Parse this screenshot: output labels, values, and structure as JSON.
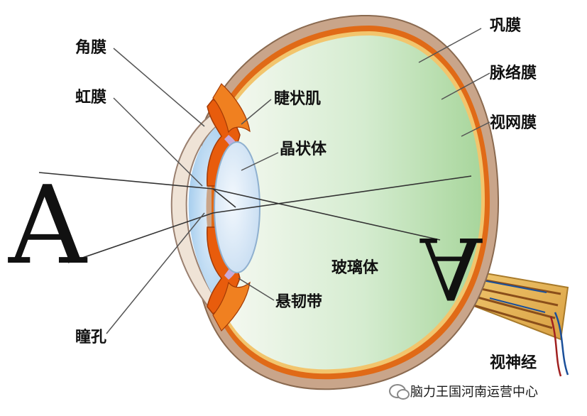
{
  "labels": {
    "cornea": "角膜",
    "iris": "虹膜",
    "pupil": "瞳孔",
    "ciliary_muscle": "睫状肌",
    "lens": "晶状体",
    "vitreous": "玻璃体",
    "zonule": "悬韧带",
    "sclera": "巩膜",
    "choroid": "脉络膜",
    "retina": "视网膜",
    "optic_nerve": "视神经"
  },
  "object_letter": "A",
  "image_letter": "A",
  "watermark": "脑力王国河南运营中心",
  "colors": {
    "sclera": "#c9a58a",
    "choroid": "#e06a17",
    "retina": "#f2c56d",
    "vitreous_light": "#f4f8f0",
    "vitreous_dark": "#a9d6a0",
    "cornea_blue": "#bcd9f2",
    "iris_orange": "#e85c0c",
    "lens_blue": "#dbe9f7",
    "leader_line": "#555555",
    "ray_line": "#333333"
  }
}
